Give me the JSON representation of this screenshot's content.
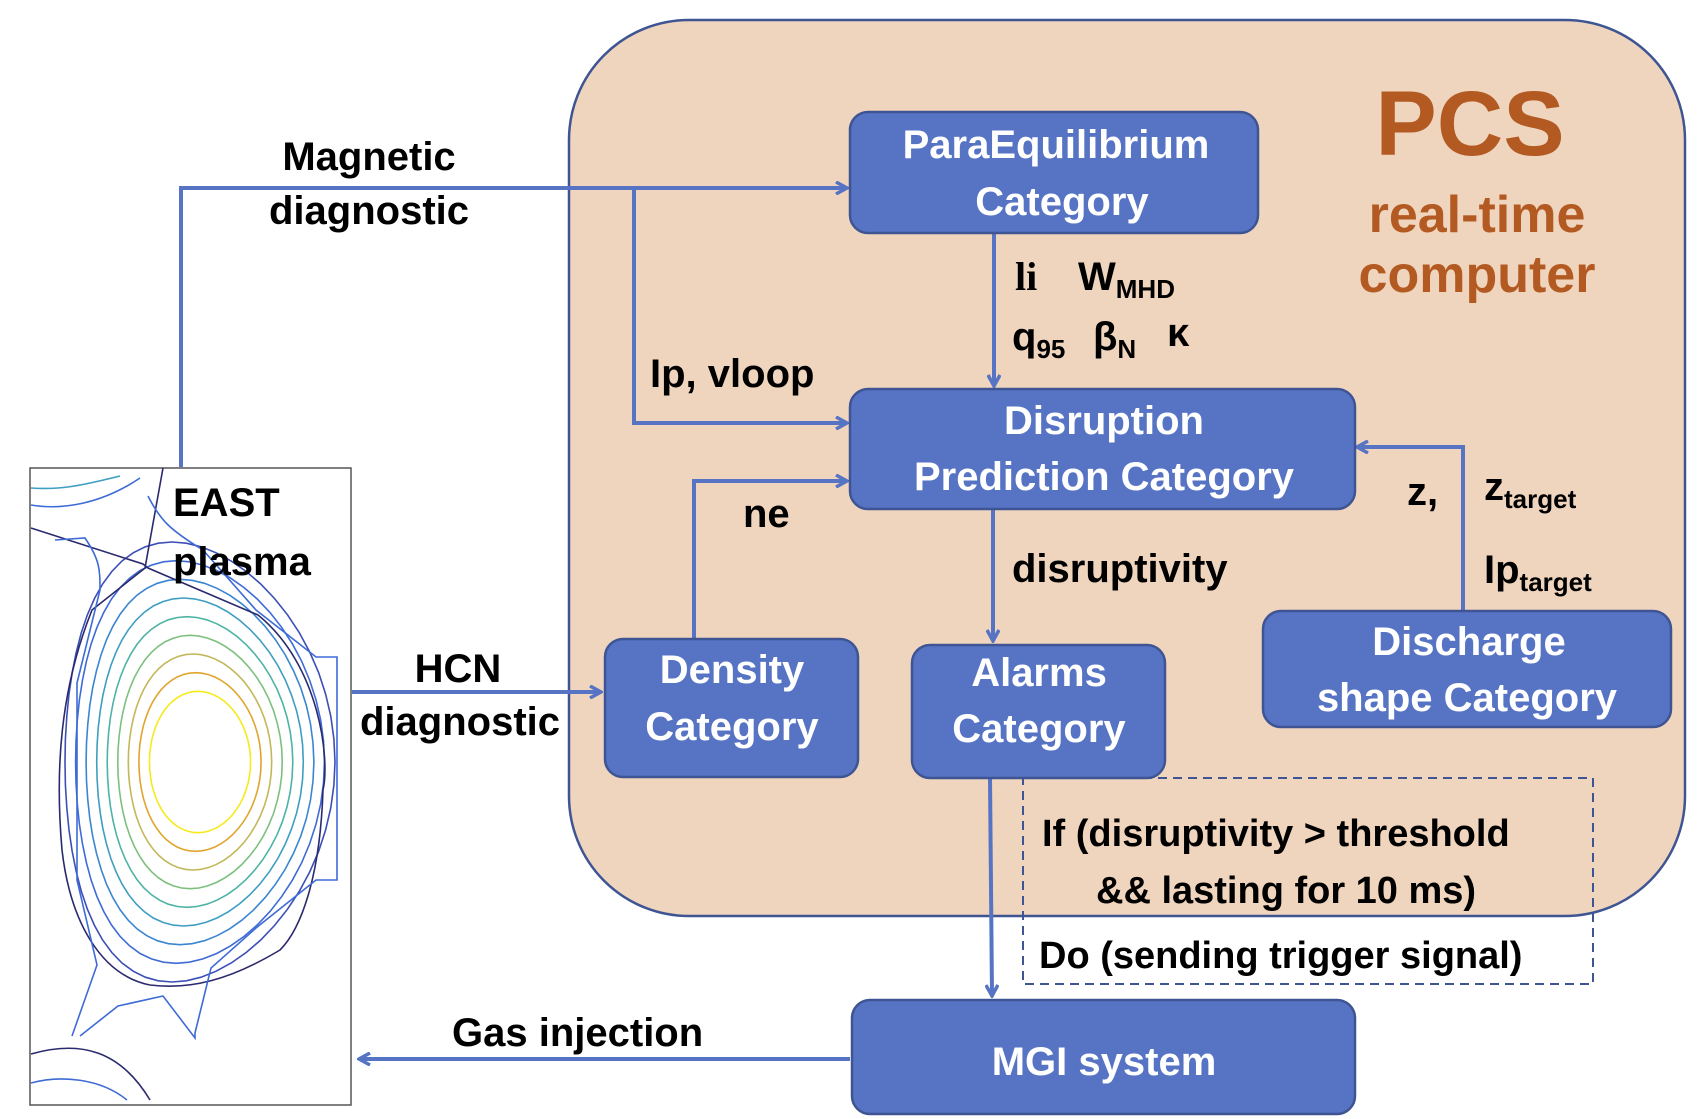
{
  "pcs": {
    "title": "PCS",
    "subtitle_line1": "real-time",
    "subtitle_line2": "computer",
    "fill_color": "#F0D5BE",
    "text_color": "#B35A22"
  },
  "plasma": {
    "label_line1": "EAST",
    "label_line2": "plasma",
    "contour_colors": [
      "#2B2A6E",
      "#3C4FB6",
      "#3E6BD6",
      "#3A86D0",
      "#3E9EC2",
      "#4DB3A4",
      "#7DC07E",
      "#C2B85A",
      "#E0A52E",
      "#F5EA1C"
    ]
  },
  "nodes": {
    "paraequilibrium": {
      "line1": "ParaEquilibrium",
      "line2": "Category"
    },
    "disruption": {
      "line1": "Disruption",
      "line2": "Prediction Category"
    },
    "density": {
      "line1": "Density",
      "line2": "Category"
    },
    "alarms": {
      "line1": "Alarms",
      "line2": "Category"
    },
    "discharge": {
      "line1": "Discharge",
      "line2": "shape Category"
    },
    "mgi": {
      "label": "MGI system"
    }
  },
  "edges": {
    "magnetic": {
      "line1": "Magnetic",
      "line2": "diagnostic"
    },
    "ip_vloop": "Ip, vloop",
    "hcn": {
      "line1": "HCN",
      "line2": "diagnostic"
    },
    "ne": "ne",
    "disruptivity": "disruptivity",
    "gas_injection": "Gas injection",
    "equilibrium_params": {
      "li": "li",
      "w": "W",
      "w_sub": "MHD",
      "q": "q",
      "q_sub": "95",
      "beta": "β",
      "beta_sub": "N",
      "kappa": "κ"
    },
    "shape_params": {
      "z": "z,",
      "z_target": "z",
      "z_target_sub": "target",
      "ip_target": "Ip",
      "ip_target_sub": "target"
    }
  },
  "condition": {
    "line1": "If (disruptivity > threshold",
    "line2": "&& lasting for 10 ms)",
    "line3": "Do (sending trigger signal)"
  },
  "colors": {
    "box_fill": "#5673C4",
    "box_stroke": "#3F5593",
    "arrow": "#5673C4"
  }
}
